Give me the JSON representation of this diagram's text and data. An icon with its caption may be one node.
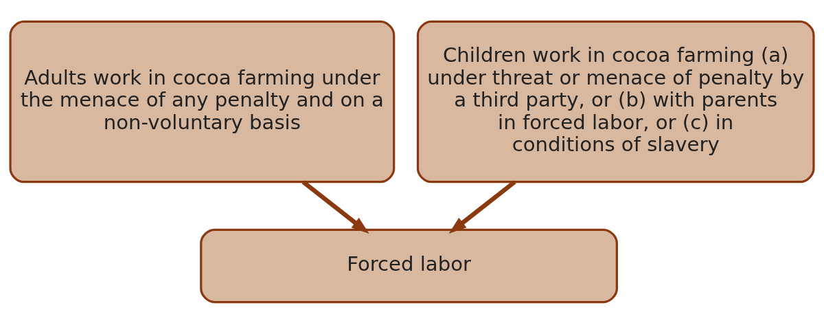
{
  "diagram": {
    "nodes": [
      {
        "text": [
          "Adults work in cocoa farming under the menace of any penalty and on a non-voluntary basis"
        ]
      },
      {
        "text": [
          "Children work in cocoa farming (a) under threat or menace of penalty by a third party, or (b) with parents in forced labor, or (c) in conditions of slavery"
        ]
      },
      {
        "text": [
          "Forced labor"
        ]
      }
    ],
    "edges": [
      {
        "from": 0,
        "to": 2,
        "arrow": "to"
      },
      {
        "from": 1,
        "to": 2,
        "arrow": "to"
      }
    ]
  }
}
